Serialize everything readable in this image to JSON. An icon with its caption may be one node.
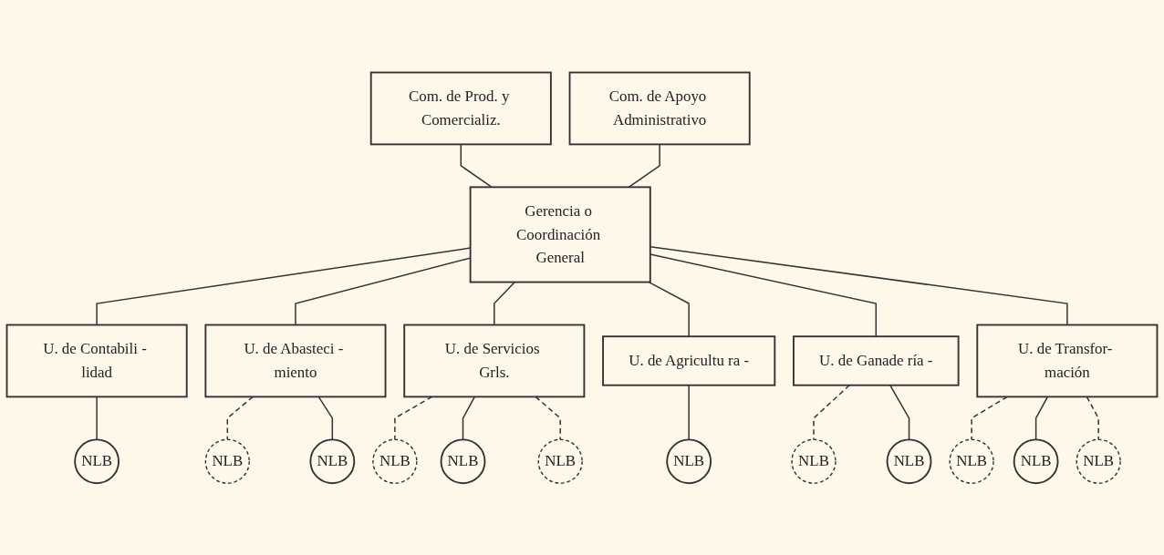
{
  "diagram": {
    "nodes": [
      {
        "text": [
          "Com. de Prod. y Comercializ."
        ]
      },
      {
        "text": [
          "Gerencia o Coordinación General"
        ]
      },
      {
        "text": [
          "Com. de Apoyo Administrativo"
        ]
      },
      {
        "text": [
          "U. de Contabili - lidad"
        ]
      },
      {
        "text": [
          "U. de Abasteci - miento"
        ]
      },
      {
        "text": [
          "U. de Servicios Grls."
        ]
      },
      {
        "text": [
          "U. de Agricultu ra -"
        ]
      },
      {
        "text": [
          "U. de Ganade ría -"
        ]
      },
      {
        "text": [
          "U. de Transfor- mación"
        ]
      },
      {
        "text": [
          "NLB"
        ]
      },
      {
        "text": [
          "NLB"
        ]
      },
      {
        "text": [
          "NLB"
        ]
      },
      {
        "text": [
          "NLB"
        ]
      },
      {
        "text": [
          "NLB"
        ]
      },
      {
        "text": [
          "NLB"
        ]
      },
      {
        "text": [
          "NLB"
        ]
      },
      {
        "text": [
          "NLB"
        ]
      },
      {
        "text": [
          "NLB"
        ]
      },
      {
        "text": [
          "NLB"
        ]
      },
      {
        "text": [
          "NLB"
        ]
      },
      {
        "text": [
          "NLB"
        ]
      }
    ],
    "edges": [
      {
        "from": 0,
        "to": 1,
        "arrow": "none"
      },
      {
        "from": 2,
        "to": 1,
        "arrow": "none"
      },
      {
        "from": 1,
        "to": 3,
        "arrow": "none"
      },
      {
        "from": 1,
        "to": 4,
        "arrow": "none"
      },
      {
        "from": 1,
        "to": 5,
        "arrow": "none"
      },
      {
        "from": 1,
        "to": 6,
        "arrow": "none"
      },
      {
        "from": 1,
        "to": 7,
        "arrow": "none"
      },
      {
        "from": 1,
        "to": 8,
        "arrow": "none"
      },
      {
        "from": 3,
        "to": 9,
        "arrow": "none"
      },
      {
        "from": 4,
        "to": 10,
        "arrow": "none",
        "style": "dashed"
      },
      {
        "from": 4,
        "to": 11,
        "arrow": "none"
      },
      {
        "from": 5,
        "to": 12,
        "arrow": "none",
        "style": "dashed"
      },
      {
        "from": 5,
        "to": 13,
        "arrow": "none"
      },
      {
        "from": 5,
        "to": 14,
        "arrow": "none",
        "style": "dashed"
      },
      {
        "from": 6,
        "to": 15,
        "arrow": "none"
      },
      {
        "from": 7,
        "to": 16,
        "arrow": "none",
        "style": "dashed"
      },
      {
        "from": 7,
        "to": 17,
        "arrow": "none"
      },
      {
        "from": 8,
        "to": 18,
        "arrow": "none",
        "style": "dashed"
      },
      {
        "from": 8,
        "to": 19,
        "arrow": "none"
      },
      {
        "from": 8,
        "to": 20,
        "arrow": "none",
        "style": "dashed"
      }
    ]
  }
}
